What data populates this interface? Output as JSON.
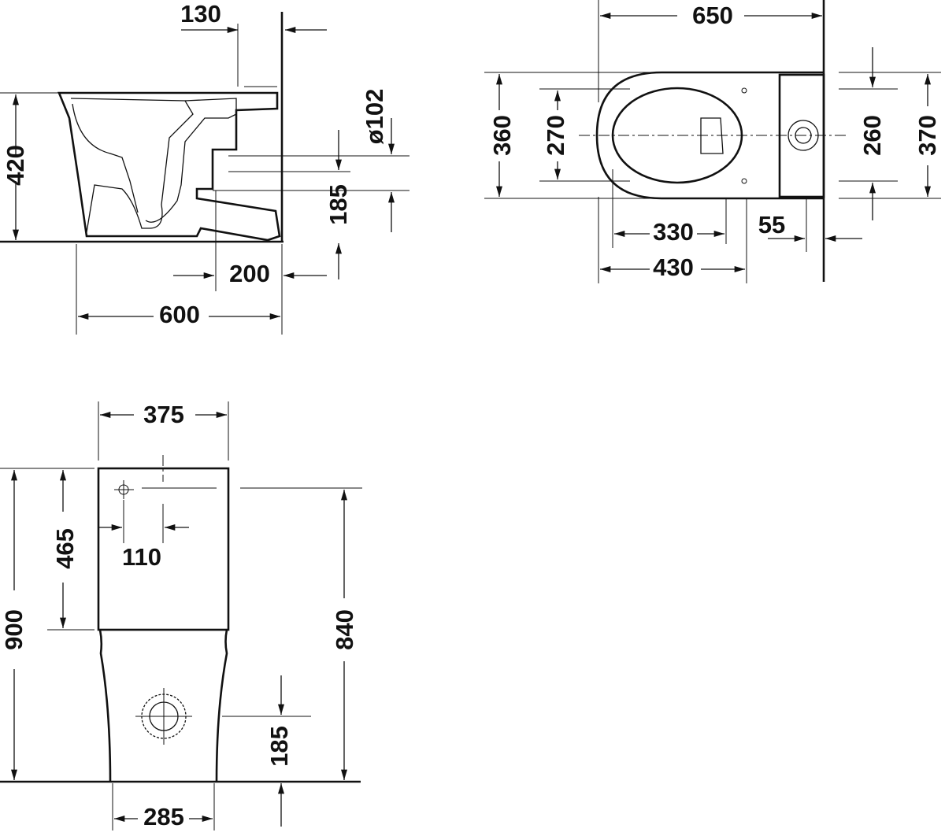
{
  "side_view": {
    "d130": "130",
    "d420": "420",
    "d102": "ø102",
    "d185": "185",
    "d200": "200",
    "d600": "600"
  },
  "top_view": {
    "d650": "650",
    "d360": "360",
    "d270": "270",
    "d260": "260",
    "d370": "370",
    "d330": "330",
    "d55": "55",
    "d430": "430"
  },
  "front_view": {
    "d375": "375",
    "d465": "465",
    "d110": "110",
    "d900": "900",
    "d840": "840",
    "d185": "185",
    "d285": "285"
  }
}
